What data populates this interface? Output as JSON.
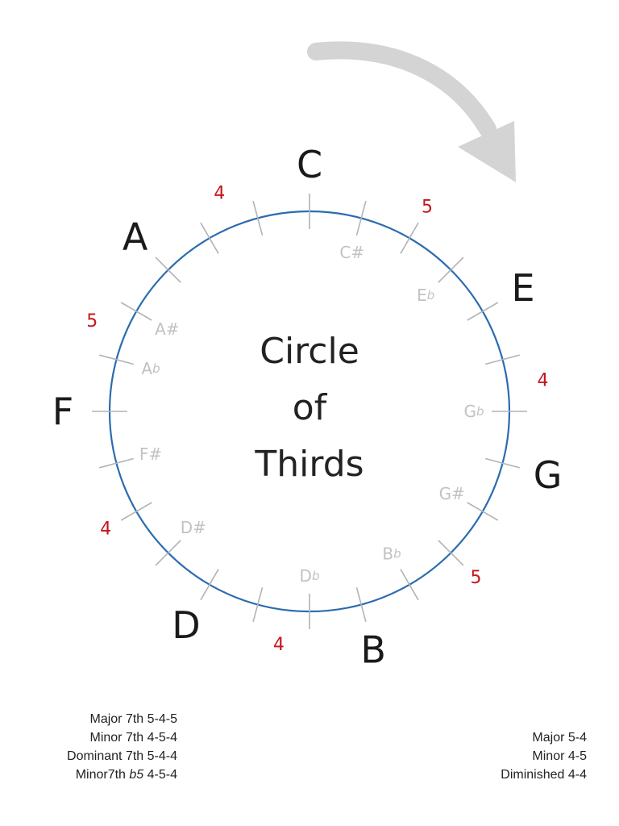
{
  "title": {
    "lines": [
      "Circle",
      "of",
      "Thirds"
    ]
  },
  "colors": {
    "circle": "#2b6cb0",
    "tick": "#b3b3b3",
    "main_note": "#1a1a1a",
    "minor_note": "#c2c2c2",
    "interval": "#c4161c",
    "arrow": "#d4d4d4"
  },
  "icons": {
    "direction_arrow": "clockwise-arrow-icon"
  },
  "main_notes": [
    {
      "name": "C",
      "angle": 0
    },
    {
      "name": "E",
      "angle": 60
    },
    {
      "name": "G",
      "angle": 105
    },
    {
      "name": "B",
      "angle": 165
    },
    {
      "name": "D",
      "angle": 210
    },
    {
      "name": "F",
      "angle": 270
    },
    {
      "name": "A",
      "angle": 315
    }
  ],
  "minor_notes": [
    {
      "name": "C#",
      "angle": 15
    },
    {
      "name": "E",
      "flat": "b",
      "angle": 45
    },
    {
      "name": "G",
      "flat": "b",
      "angle": 90
    },
    {
      "name": "G#",
      "angle": 120
    },
    {
      "name": "B",
      "flat": "b",
      "angle": 150
    },
    {
      "name": "D",
      "flat": "b",
      "angle": 180
    },
    {
      "name": "D#",
      "angle": 225
    },
    {
      "name": "F#",
      "angle": 255
    },
    {
      "name": "A",
      "flat": "b",
      "angle": 285
    },
    {
      "name": "A#",
      "angle": 300
    }
  ],
  "intervals": [
    {
      "value": "5",
      "angle": 30
    },
    {
      "value": "4",
      "angle": 82.5
    },
    {
      "value": "5",
      "angle": 135
    },
    {
      "value": "4",
      "angle": 187.5
    },
    {
      "value": "4",
      "angle": 240
    },
    {
      "value": "5",
      "angle": 292.5
    },
    {
      "value": "4",
      "angle": 337.5
    }
  ],
  "legend_left": [
    {
      "label": "Major 7th",
      "pattern": "5-4-5"
    },
    {
      "label": "Minor 7th",
      "pattern": "4-5-4"
    },
    {
      "label": "Dominant 7th",
      "pattern": "5-4-4"
    },
    {
      "label": "Minor7th",
      "italic": "b5",
      "pattern": "4-5-4"
    }
  ],
  "legend_right": [
    {
      "label": "Major",
      "pattern": "5-4"
    },
    {
      "label": "Minor",
      "pattern": "4-5"
    },
    {
      "label": "Diminished",
      "pattern": "4-4"
    }
  ]
}
